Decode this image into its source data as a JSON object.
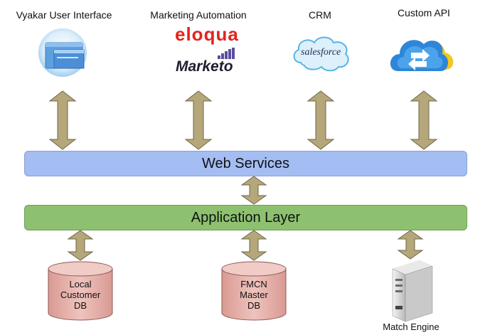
{
  "top_systems": [
    {
      "id": "vyakar",
      "title": "Vyakar User Interface"
    },
    {
      "id": "marketing",
      "title": "Marketing Automation",
      "logos": [
        "eloqua",
        "Marketo"
      ]
    },
    {
      "id": "crm",
      "title": "CRM",
      "logo": "salesforce"
    },
    {
      "id": "custom-api",
      "title": "Custom API"
    }
  ],
  "layers": {
    "web_services": "Web Services",
    "application_layer": "Application Layer"
  },
  "bottom_systems": [
    {
      "id": "local-customer-db",
      "lines": [
        "Local",
        "Customer",
        "DB"
      ]
    },
    {
      "id": "fmcn-master-db",
      "lines": [
        "FMCN",
        "Master",
        "DB"
      ]
    },
    {
      "id": "match-engine",
      "title": "Match Engine"
    }
  ],
  "colors": {
    "arrow_fill": "#b5a77a",
    "arrow_stroke": "#6f6548",
    "web_services": "#a4bdf2",
    "application_layer": "#8dc16f",
    "database": "#e6b3ad"
  }
}
